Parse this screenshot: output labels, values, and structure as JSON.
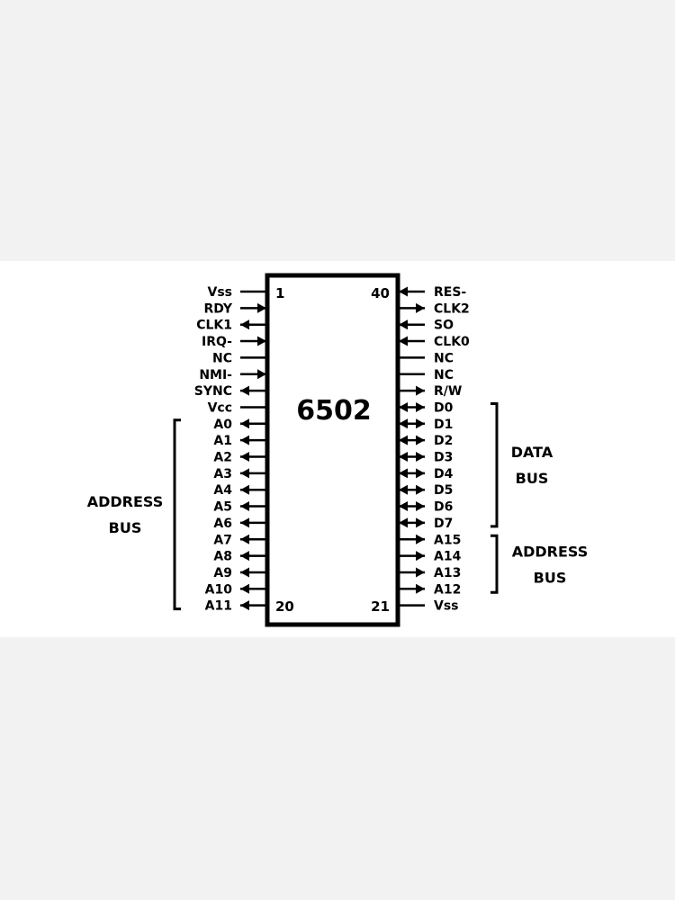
{
  "chip": {
    "name": "6502",
    "pin_numbers": {
      "top_left": "1",
      "top_right": "40",
      "bottom_left": "20",
      "bottom_right": "21"
    }
  },
  "left_pins": [
    {
      "label": "Vss",
      "dir": "none"
    },
    {
      "label": "RDY",
      "dir": "in"
    },
    {
      "label": "CLK1",
      "dir": "out"
    },
    {
      "label": "IRQ-",
      "dir": "in"
    },
    {
      "label": "NC",
      "dir": "none"
    },
    {
      "label": "NMI-",
      "dir": "in"
    },
    {
      "label": "SYNC",
      "dir": "out"
    },
    {
      "label": "Vcc",
      "dir": "none"
    },
    {
      "label": "A0",
      "dir": "out"
    },
    {
      "label": "A1",
      "dir": "out"
    },
    {
      "label": "A2",
      "dir": "out"
    },
    {
      "label": "A3",
      "dir": "out"
    },
    {
      "label": "A4",
      "dir": "out"
    },
    {
      "label": "A5",
      "dir": "out"
    },
    {
      "label": "A6",
      "dir": "out"
    },
    {
      "label": "A7",
      "dir": "out"
    },
    {
      "label": "A8",
      "dir": "out"
    },
    {
      "label": "A9",
      "dir": "out"
    },
    {
      "label": "A10",
      "dir": "out"
    },
    {
      "label": "A11",
      "dir": "out"
    }
  ],
  "right_pins": [
    {
      "label": "RES-",
      "dir": "in"
    },
    {
      "label": "CLK2",
      "dir": "out"
    },
    {
      "label": "SO",
      "dir": "in"
    },
    {
      "label": "CLK0",
      "dir": "in"
    },
    {
      "label": "NC",
      "dir": "none"
    },
    {
      "label": "NC",
      "dir": "none"
    },
    {
      "label": "R/W",
      "dir": "out"
    },
    {
      "label": "D0",
      "dir": "bi"
    },
    {
      "label": "D1",
      "dir": "bi"
    },
    {
      "label": "D2",
      "dir": "bi"
    },
    {
      "label": "D3",
      "dir": "bi"
    },
    {
      "label": "D4",
      "dir": "bi"
    },
    {
      "label": "D5",
      "dir": "bi"
    },
    {
      "label": "D6",
      "dir": "bi"
    },
    {
      "label": "D7",
      "dir": "bi"
    },
    {
      "label": "A15",
      "dir": "out"
    },
    {
      "label": "A14",
      "dir": "out"
    },
    {
      "label": "A13",
      "dir": "out"
    },
    {
      "label": "A12",
      "dir": "out"
    },
    {
      "label": "Vss",
      "dir": "none"
    }
  ],
  "bus_groups": [
    {
      "side": "left",
      "first_pin": 8,
      "last_pin": 19,
      "lines": [
        "ADDRESS",
        "BUS"
      ]
    },
    {
      "side": "right",
      "first_pin": 7,
      "last_pin": 14,
      "lines": [
        "DATA",
        "BUS"
      ]
    },
    {
      "side": "right",
      "first_pin": 15,
      "last_pin": 18,
      "lines": [
        "ADDRESS",
        "BUS"
      ]
    }
  ],
  "colors": {
    "ink": "#000000",
    "band": "#ffffff",
    "backdrop": "#f2f2f2"
  }
}
